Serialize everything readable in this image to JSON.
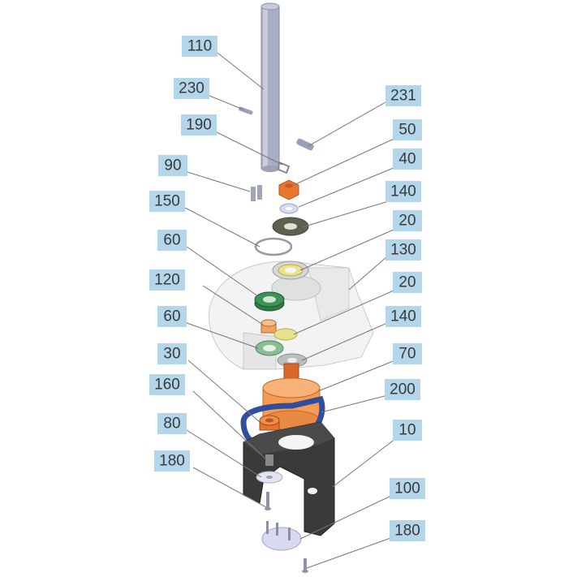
{
  "callouts": [
    {
      "id": "c110",
      "label": "110"
    },
    {
      "id": "c230",
      "label": "230"
    },
    {
      "id": "c231",
      "label": "231"
    },
    {
      "id": "c190",
      "label": "190"
    },
    {
      "id": "c50",
      "label": "50"
    },
    {
      "id": "c90",
      "label": "90"
    },
    {
      "id": "c40",
      "label": "40"
    },
    {
      "id": "c140a",
      "label": "140"
    },
    {
      "id": "c150",
      "label": "150"
    },
    {
      "id": "c20a",
      "label": "20"
    },
    {
      "id": "c60a",
      "label": "60"
    },
    {
      "id": "c130",
      "label": "130"
    },
    {
      "id": "c120",
      "label": "120"
    },
    {
      "id": "c20b",
      "label": "20"
    },
    {
      "id": "c60b",
      "label": "60"
    },
    {
      "id": "c140b",
      "label": "140"
    },
    {
      "id": "c30",
      "label": "30"
    },
    {
      "id": "c70",
      "label": "70"
    },
    {
      "id": "c160",
      "label": "160"
    },
    {
      "id": "c200",
      "label": "200"
    },
    {
      "id": "c80",
      "label": "80"
    },
    {
      "id": "c10",
      "label": "10"
    },
    {
      "id": "c180a",
      "label": "180"
    },
    {
      "id": "c100",
      "label": "100"
    },
    {
      "id": "c180b",
      "label": "180"
    }
  ],
  "colors": {
    "callout_fill": "#b3d6ea",
    "shaft": "#a9aec4",
    "orange": "#e8742f",
    "green": "#2f7d45",
    "bracket": "#3a3a3a",
    "belt": "#2f4e9e",
    "housing": "#f2f2f2"
  }
}
